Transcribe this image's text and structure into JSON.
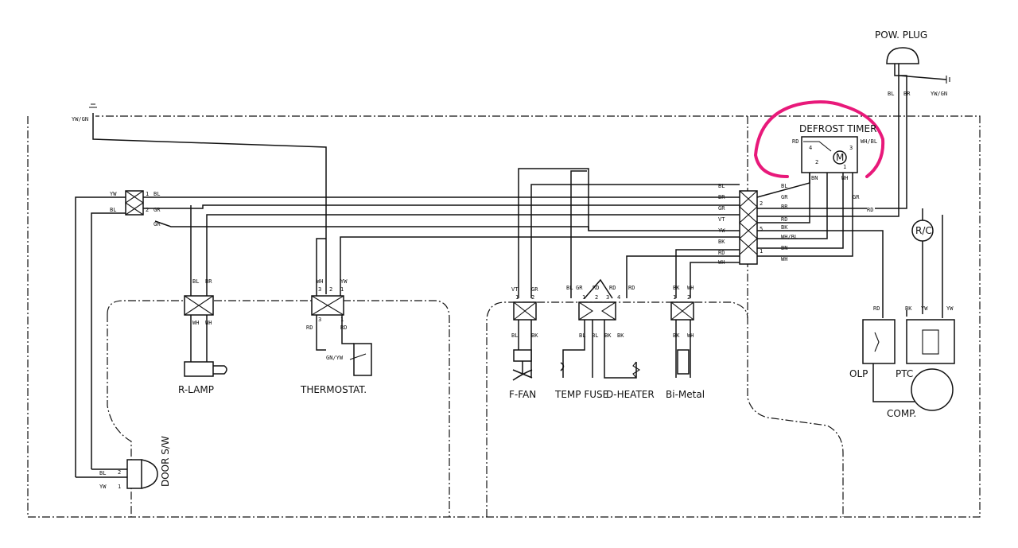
{
  "labels": {
    "pow_plug": "POW. PLUG",
    "defrost_timer": "DEFROST TIMER",
    "r_lamp": "R-LAMP",
    "thermostat": "THERMOSTAT.",
    "f_fan": "F-FAN",
    "temp_fuse": "TEMP FUSE",
    "d_heater": "D-HEATER",
    "bi_metal": "Bi-Metal",
    "olp": "OLP",
    "ptc": "PTC",
    "comp": "COMP.",
    "door_sw": "DOOR S/W",
    "rc": "R/C",
    "motor": "M"
  },
  "wire_codes": {
    "yw_gn": "YW/GN",
    "yw": "YW",
    "bl": "BL",
    "gr": "GR",
    "br": "BR",
    "vt": "VT",
    "bk": "BK",
    "rd": "RD",
    "wh": "WH",
    "wh_bl": "WH/BL",
    "gn_yw": "GN/YW",
    "bn": "BN"
  },
  "pins": {
    "p1": "1",
    "p2": "2",
    "p3": "3",
    "p4": "4",
    "p5": "5"
  },
  "colors": {
    "highlight": "#e8197a",
    "line": "#111111"
  }
}
